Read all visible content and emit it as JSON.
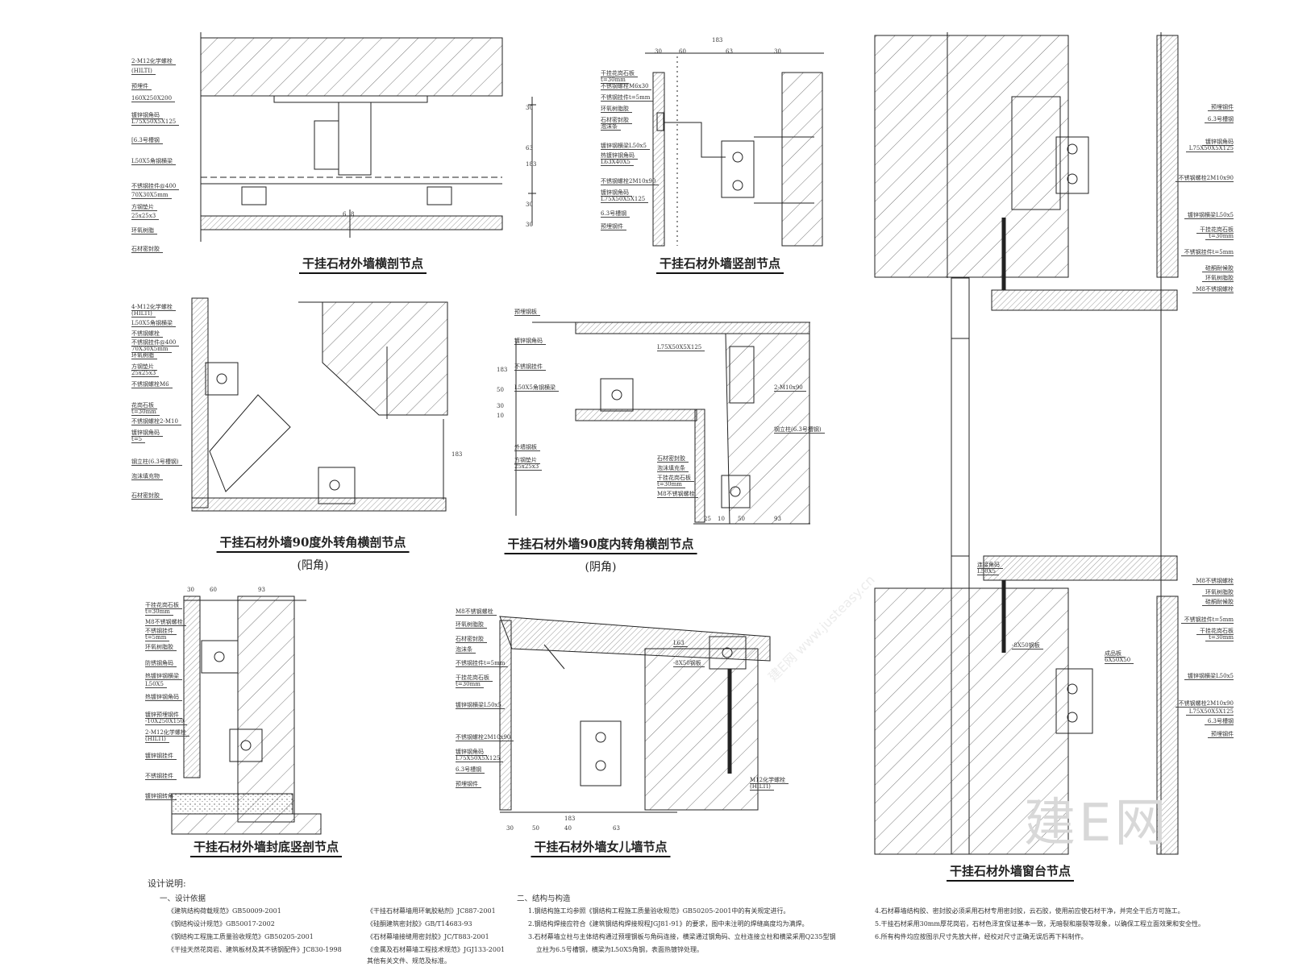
{
  "details": [
    {
      "title": "干挂石材外墙横剖节点",
      "labels": [
        "2-M12化学螺栓",
        "(HILTI)",
        "预埋件",
        "160X250X200",
        "镀锌钢角码",
        "L75X50X5X125",
        "[6.3号槽钢",
        "L50X5角钢横梁",
        "不锈钢挂件@400",
        "70X30X5mm",
        "方钢垫片",
        "25x25x3",
        "环氧树脂",
        "石材密封胶"
      ]
    },
    {
      "title": "干挂石材外墙竖剖节点",
      "labels": [
        "干挂花岗石板",
        "t=30mm",
        "不锈钢螺栓M6x30",
        "不锈钢挂件t=5mm",
        "环氧树脂胶",
        "石材密封胶",
        "泡沫条",
        "镀锌钢横梁L50x5",
        "热镀锌钢角码",
        "L63X40X5",
        "不锈钢螺栓2M10x90",
        "镀锌钢角码",
        "L75X50X5X125",
        "6.3号槽钢",
        "预埋钢件"
      ]
    },
    {
      "title": "干挂石材外墙90度外转角横剖节点",
      "subtitle": "(阳角)",
      "labels": [
        "4-M12化学螺栓",
        "(HILTI)",
        "L50X5角钢横梁",
        "不锈钢螺栓",
        "不锈钢挂件@400",
        "70X30X5mm",
        "环氧树脂",
        "方钢垫片",
        "25x25x3",
        "不锈钢螺栓M6",
        "花岗石板",
        "t=30mm",
        "不锈钢螺栓2-M10",
        "镀锌钢角码",
        "t=5",
        "钢立柱(6.3号槽钢)",
        "泡沫填充物",
        "石材密封胶"
      ]
    },
    {
      "title": "干挂石材外墙90度内转角横剖节点",
      "subtitle": "(阴角)",
      "labels": [
        "预埋钢板",
        "镀锌钢角码",
        "L75X50X5X125",
        "不锈钢挂件",
        "L50X5角钢横梁",
        "2-M10x90",
        "钢立柱(6.3号槽钢)",
        "外墙钢板",
        "方钢垫片",
        "25x25x3",
        "石材密封胶",
        "泡沫填充条",
        "干挂花岗石板",
        "t=30mm",
        "M8不锈钢螺栓"
      ]
    },
    {
      "title": "干挂石材外墙封底竖剖节点",
      "labels": [
        "干挂花岗石板",
        "t=30mm",
        "M8不锈钢螺栓",
        "不锈钢挂件",
        "t=5mm",
        "环氧树脂胶",
        "防锈钢角码",
        "热镀锌钢横梁",
        "L50X5",
        "热镀锌钢角码",
        "镀锌预埋钢件",
        "-10X250X150",
        "2-M12化学螺栓",
        "(HILTI)",
        "镀锌钢挂件",
        "不锈钢挂件",
        "镀锌钢转角"
      ]
    },
    {
      "title": "干挂石材外墙女儿墙节点",
      "labels": [
        "M8不锈钢螺栓",
        "环氧树脂胶",
        "石材密封胶",
        "泡沫条",
        "不锈钢挂件t=5mm",
        "干挂花岗石板",
        "t=30mm",
        "镀锌钢横梁L50x5",
        "不锈钢螺栓2M10x90",
        "镀锌钢角码",
        "L75X50X5X125",
        "6.3号槽钢",
        "预埋钢件",
        "-8X50钢板",
        "L63",
        "M12化学螺栓",
        "(HILTI)"
      ]
    },
    {
      "title": "干挂石材外墙窗台节点",
      "labels": [
        "预埋钢件",
        "6.3号槽钢",
        "镀锌钢角码",
        "L75X50X5X125",
        "不锈钢螺栓2M10x90",
        "镀锌钢横梁L50x5",
        "干挂花岗石板",
        "t=30mm",
        "不锈钢挂件t=5mm",
        "硅酮耐候胶",
        "环氧树脂胶",
        "M8不锈钢螺栓",
        "M8不锈钢螺栓",
        "环氧树脂胶",
        "硅酮耐候胶",
        "不锈钢挂件t=5mm",
        "干挂花岗石板",
        "t=30mm",
        "镀锌钢横梁L50x5",
        "不锈钢螺栓2M10x90",
        "L75X50X5X125",
        "6.3号槽钢",
        "预埋钢件",
        "连接角码",
        "L50X5",
        "-8X50钢板",
        "成品板",
        "6X50X50"
      ]
    }
  ],
  "notes": {
    "heading": "设计说明:",
    "section1": {
      "title": "一、设计依据",
      "left": [
        "《建筑结构荷载规范》GB50009-2001",
        "《钢结构设计规范》GB50017-2002",
        "《钢结构工程施工质量验收规范》GB50205-2001",
        "《干挂天然花岗岩、建筑板材及其不锈钢配件》JC830-1998"
      ],
      "right": [
        "《干挂石材幕墙用环氧胶粘剂》JC887-2001",
        "《硅酮建筑密封胶》GB/T14683-93",
        "《石材幕墙接缝用密封胶》JC/T883-2001",
        "《金属及石材幕墙工程技术规范》JGJ133-2001",
        "其他有关文件、规范及标准。"
      ]
    },
    "section2": {
      "title": "二、结构与构造",
      "items": [
        "1.钢结构施工均参照《钢结构工程施工质量验收规范》GB50205-2001中的有关规定进行。",
        "2.钢结构焊接应符合《建筑钢结构焊接规程JGJ81-91》的要求，图中未注明的焊缝高度均为满焊。",
        "3.石材幕墙立柱与主体结构通过预埋钢板与角码连接，横梁通过钢角码、立柱连接立柱和横梁采用Q235型钢",
        "立柱为6.5号槽钢，横梁为L50X5角钢，表面热镀锌处理。"
      ],
      "items_right": [
        "4.石材幕墙结构胶、密封胶必须采用石材专用密封胶，云石胶，使用前应使石材干净，并完全干后方可施工。",
        "5.干挂石材采用30mm厚花岗岩，石材色泽宜保证基本一致，无暗裂和崩裂等现象，以确保工程立面效果和安全性。",
        "6.所有构件均应按图示尺寸先放大样，经校对尺寸正确无误后再下料制作。"
      ]
    }
  },
  "dimensions": {
    "d1": [
      "6",
      "8"
    ],
    "d2_top": [
      "183",
      "30",
      "60",
      "63",
      "30"
    ],
    "d2_side": [
      "30",
      "63",
      "183",
      "30",
      "30"
    ],
    "d4_side": [
      "183",
      "50",
      "30",
      "10",
      "183"
    ],
    "d4_bottom": [
      "25",
      "10",
      "50",
      "93"
    ],
    "d5_top": [
      "30",
      "60",
      "93"
    ],
    "d6_bottom": [
      "183",
      "30",
      "50",
      "40",
      "63"
    ]
  },
  "logo": {
    "text": "建E网",
    "watermark": "建E网 www.justeasy.cn"
  },
  "colors": {
    "line": "#222222",
    "hatch": "#555555",
    "watermark": "#e6e6e6"
  }
}
